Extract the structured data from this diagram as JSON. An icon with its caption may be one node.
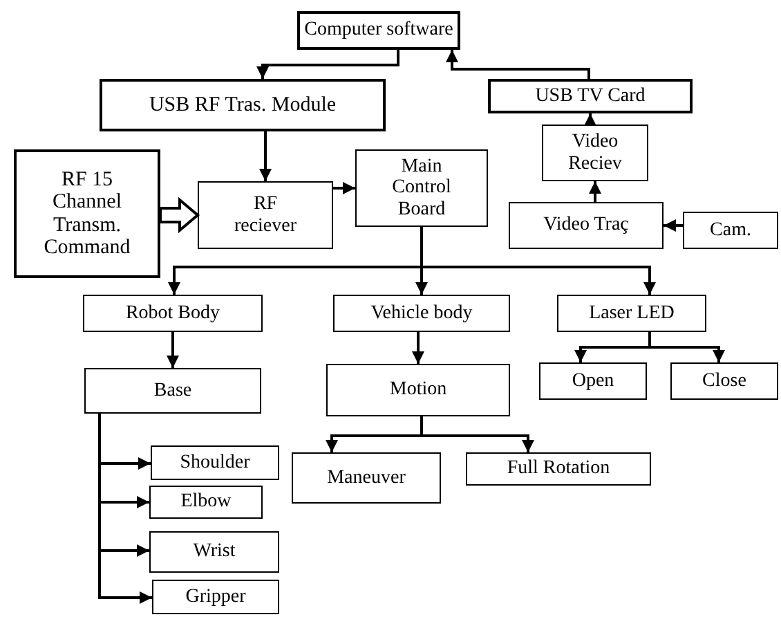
{
  "diagram": {
    "nodes": [
      {
        "text": [
          "Computer software"
        ]
      },
      {
        "text": [
          "USB RF Tras. Module"
        ]
      },
      {
        "text": [
          "USB TV Card"
        ]
      },
      {
        "text": [
          "Video Reciev"
        ]
      },
      {
        "text": [
          "RF 15 Channel Transm. Command"
        ]
      },
      {
        "text": [
          "RF reciever"
        ]
      },
      {
        "text": [
          "Main Control Board"
        ]
      },
      {
        "text": [
          "Video Traç"
        ]
      },
      {
        "text": [
          "Cam."
        ]
      },
      {
        "text": [
          "Robot Body"
        ]
      },
      {
        "text": [
          "Vehicle body"
        ]
      },
      {
        "text": [
          "Laser LED"
        ]
      },
      {
        "text": [
          "Base"
        ]
      },
      {
        "text": [
          "Motion"
        ]
      },
      {
        "text": [
          "Open"
        ]
      },
      {
        "text": [
          "Close"
        ]
      },
      {
        "text": [
          "Shoulder"
        ]
      },
      {
        "text": [
          "Elbow"
        ]
      },
      {
        "text": [
          "Wrist"
        ]
      },
      {
        "text": [
          "Gripper"
        ]
      },
      {
        "text": [
          "Maneuver"
        ]
      },
      {
        "text": [
          "Full Rotation"
        ]
      }
    ],
    "edges": [
      {
        "from": 0,
        "to": 1,
        "arrow": "to"
      },
      {
        "from": 2,
        "to": 0,
        "arrow": "to"
      },
      {
        "from": 1,
        "to": 5,
        "arrow": "to"
      },
      {
        "from": 4,
        "to": 5,
        "arrow": "to",
        "style": "thick"
      },
      {
        "from": 5,
        "to": 6,
        "arrow": "to"
      },
      {
        "from": 3,
        "to": 2,
        "arrow": "to"
      },
      {
        "from": 7,
        "to": 3,
        "arrow": "to"
      },
      {
        "from": 8,
        "to": 7,
        "arrow": "to"
      },
      {
        "from": 6,
        "to": 9,
        "arrow": "to"
      },
      {
        "from": 6,
        "to": 10,
        "arrow": "to"
      },
      {
        "from": 6,
        "to": 11,
        "arrow": "to"
      },
      {
        "from": 9,
        "to": 12,
        "arrow": "to"
      },
      {
        "from": 10,
        "to": 13,
        "arrow": "to"
      },
      {
        "from": 11,
        "to": 14,
        "arrow": "to"
      },
      {
        "from": 11,
        "to": 15,
        "arrow": "to"
      },
      {
        "from": 12,
        "to": 16,
        "arrow": "to"
      },
      {
        "from": 12,
        "to": 17,
        "arrow": "to"
      },
      {
        "from": 12,
        "to": 18,
        "arrow": "to"
      },
      {
        "from": 12,
        "to": 19,
        "arrow": "to"
      },
      {
        "from": 13,
        "to": 20,
        "arrow": "to"
      },
      {
        "from": 13,
        "to": 21,
        "arrow": "to"
      }
    ]
  }
}
